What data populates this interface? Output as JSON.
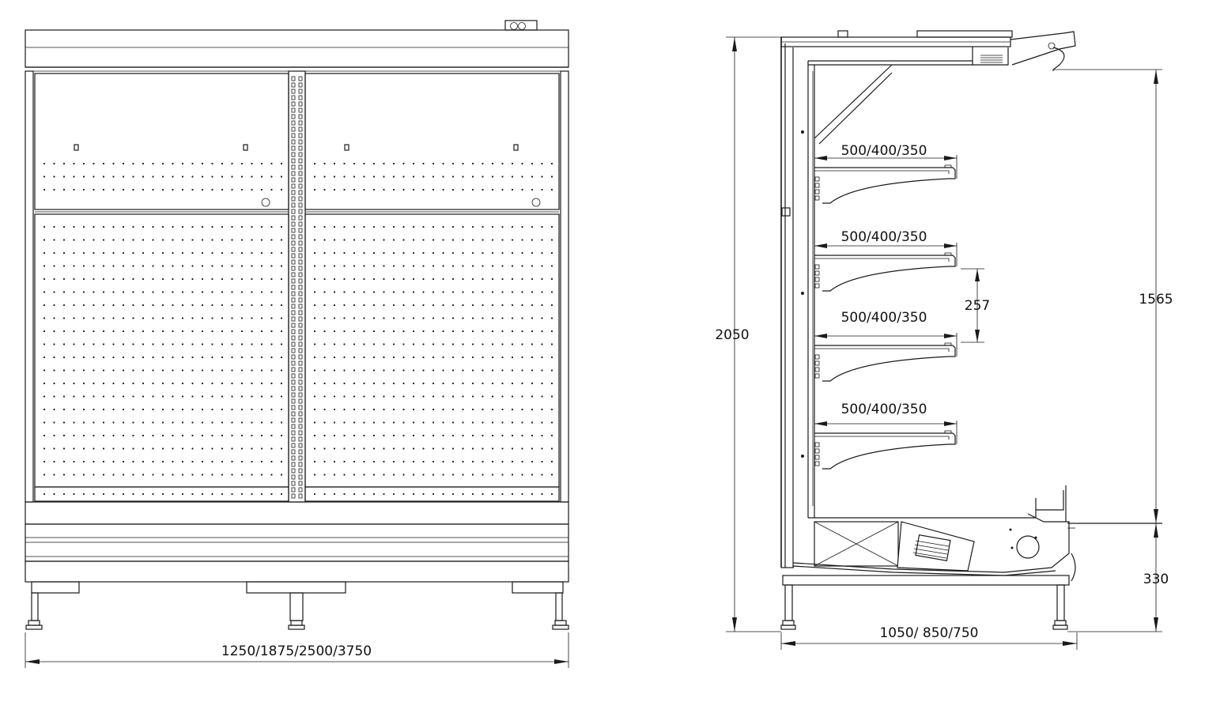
{
  "drawing": {
    "front_view": {
      "width_dimension": "1250/1875/2500/3750"
    },
    "side_view": {
      "height_total": "2050",
      "height_display": "1565",
      "height_base": "330",
      "shelf_spacing": "257",
      "depth_dimension": "1050/ 850/750",
      "shelf_depths": [
        "500/400/350",
        "500/400/350",
        "500/400/350",
        "500/400/350"
      ]
    }
  },
  "colors": {
    "line": "#1a1a1a",
    "background": "#ffffff"
  }
}
